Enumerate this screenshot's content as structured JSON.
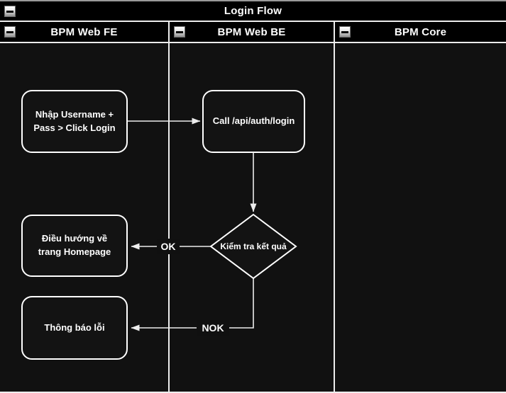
{
  "pool": {
    "title": "Login Flow",
    "collapse_icon": "minus-icon"
  },
  "lanes": [
    {
      "label": "BPM Web FE"
    },
    {
      "label": "BPM Web BE"
    },
    {
      "label": "BPM Core"
    }
  ],
  "nodes": {
    "input_login": {
      "type": "rounded-rect",
      "label": "Nhập Username + Pass > Click Login"
    },
    "call_api": {
      "type": "rounded-rect",
      "label": "Call /api/auth/login"
    },
    "check_result": {
      "type": "decision-diamond",
      "label": "Kiểm tra kết quả"
    },
    "redirect_home": {
      "type": "rounded-rect",
      "label": "Điều hướng về trang Homepage"
    },
    "error_message": {
      "type": "rounded-rect",
      "label": "Thông báo lỗi"
    }
  },
  "edges": {
    "ok": {
      "label": "OK"
    },
    "nok": {
      "label": "NOK"
    }
  },
  "colors": {
    "canvas_bg": "#111111",
    "header_bg": "#000000",
    "line": "#ededed",
    "node_border": "#ffffff",
    "text": "#ffffff"
  }
}
